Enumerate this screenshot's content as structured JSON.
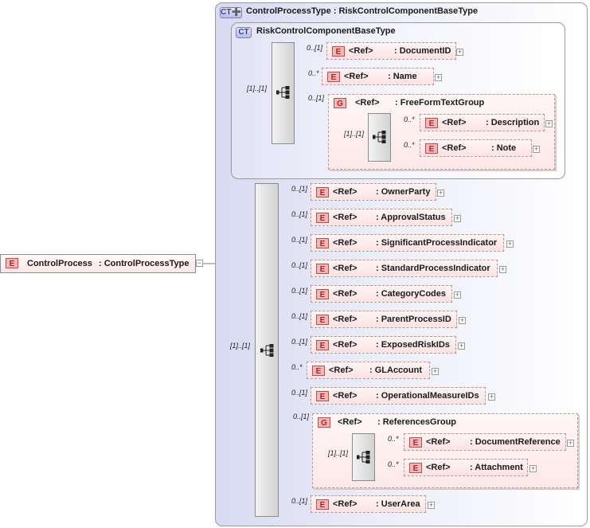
{
  "root": {
    "badge": "E",
    "name": "ControlProcess",
    "type": ": ControlProcessType"
  },
  "outer_type": {
    "badge": "CT",
    "title": "ControlProcessType : RiskControlComponentBaseType"
  },
  "inner_type": {
    "badge": "CT",
    "title": "RiskControlComponentBaseType"
  },
  "inner_sequence_card": "[1]..[1]",
  "inner_elements": [
    {
      "badge": "E",
      "ref": "<Ref>",
      "name": ": DocumentID",
      "card": "0..[1]"
    },
    {
      "badge": "E",
      "ref": "<Ref>",
      "name": ": Name",
      "card": "0..*"
    }
  ],
  "freeform_group": {
    "badge": "G",
    "ref": "<Ref>",
    "name": ": FreeFormTextGroup",
    "card": "0..[1]",
    "seq_card": "[1]..[1]",
    "items": [
      {
        "badge": "E",
        "ref": "<Ref>",
        "name": ": Description",
        "card": "0..*"
      },
      {
        "badge": "E",
        "ref": "<Ref>",
        "name": ": Note",
        "card": "0..*"
      }
    ]
  },
  "outer_sequence_card": "[1]..[1]",
  "outer_elements": [
    {
      "badge": "E",
      "ref": "<Ref>",
      "name": ": OwnerParty",
      "card": "0..[1]"
    },
    {
      "badge": "E",
      "ref": "<Ref>",
      "name": ": ApprovalStatus",
      "card": "0..[1]"
    },
    {
      "badge": "E",
      "ref": "<Ref>",
      "name": ": SignificantProcessIndicator",
      "card": "0..[1]"
    },
    {
      "badge": "E",
      "ref": "<Ref>",
      "name": ": StandardProcessIndicator",
      "card": "0..[1]"
    },
    {
      "badge": "E",
      "ref": "<Ref>",
      "name": ": CategoryCodes",
      "card": "0..[1]"
    },
    {
      "badge": "E",
      "ref": "<Ref>",
      "name": ": ParentProcessID",
      "card": "0..[1]"
    },
    {
      "badge": "E",
      "ref": "<Ref>",
      "name": ": ExposedRiskIDs",
      "card": "0..[1]"
    },
    {
      "badge": "E",
      "ref": "<Ref>",
      "name": ": GLAccount",
      "card": "0..*"
    },
    {
      "badge": "E",
      "ref": "<Ref>",
      "name": ": OperationalMeasureIDs",
      "card": "0..[1]"
    }
  ],
  "references_group": {
    "badge": "G",
    "ref": "<Ref>",
    "name": ": ReferencesGroup",
    "card": "0..[1]",
    "seq_card": "[1]..[1]",
    "items": [
      {
        "badge": "E",
        "ref": "<Ref>",
        "name": ": DocumentReference",
        "card": "0..*"
      },
      {
        "badge": "E",
        "ref": "<Ref>",
        "name": ": Attachment",
        "card": "0..*"
      }
    ]
  },
  "last_element": {
    "badge": "E",
    "ref": "<Ref>",
    "name": ": UserArea",
    "card": "0..[1]"
  },
  "colors": {
    "element_fill": "#fde2e2",
    "element_badge": "#f4b6b6",
    "type_fill": "#d7daf2"
  }
}
